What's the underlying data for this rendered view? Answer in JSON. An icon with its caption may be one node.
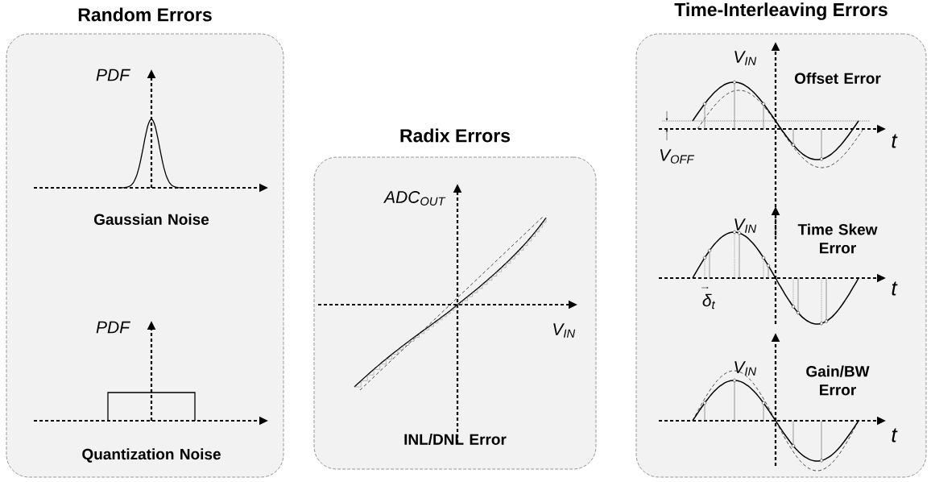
{
  "diagram": {
    "nodes": [
      {
        "text": [
          "Random Errors",
          "Gaussian Noise",
          "Quantization Noise"
        ]
      },
      {
        "text": [
          "Radix Errors",
          "INL/DNL Error"
        ]
      },
      {
        "text": [
          "Time-Interleaving Errors",
          "Offset Error",
          "Time Skew Error",
          "Gain/BW Error"
        ]
      }
    ],
    "labels": [
      "PDF",
      "PDF",
      "ADC$_{OUT}$",
      "V$_{IN}$",
      "V$_{IN}$",
      "t",
      "V$_{OFF}$",
      "V$_{IN}$",
      "t",
      "δ$_{t}$",
      "V$_{IN}$",
      "t"
    ]
  }
}
